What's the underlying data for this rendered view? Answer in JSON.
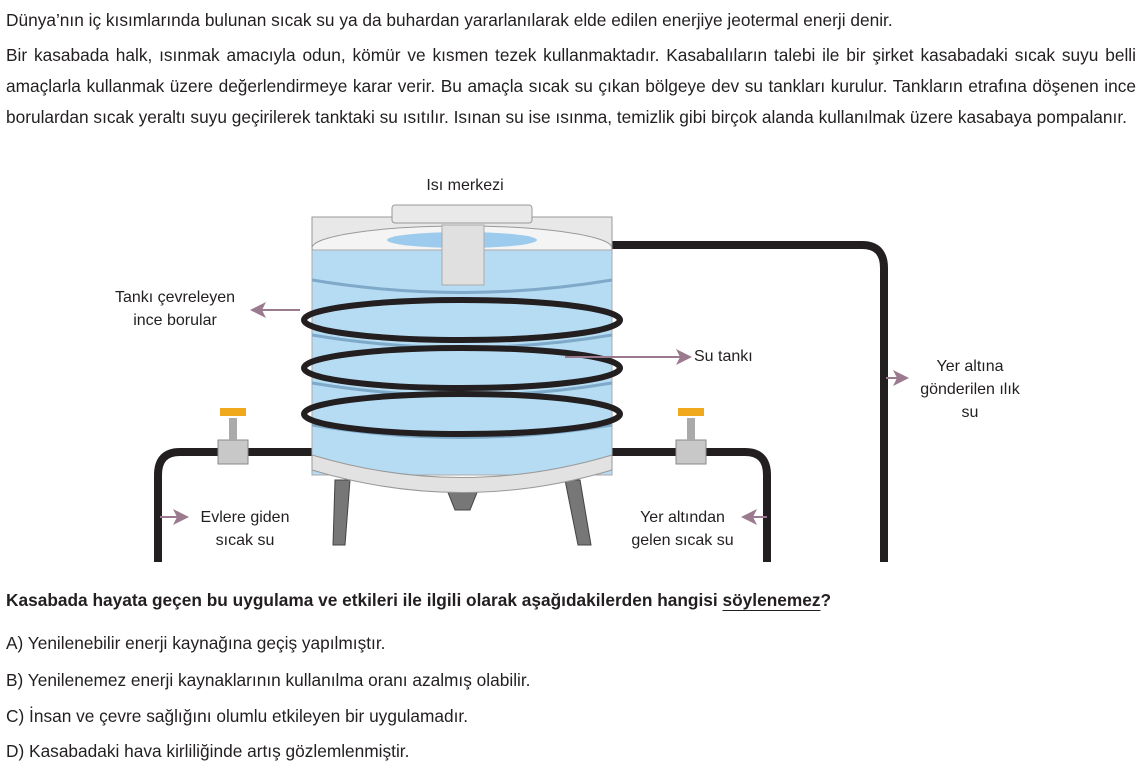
{
  "intro": {
    "line1": "Dünya’nın iç kısımlarında bulunan sıcak su ya da buhardan yararlanılarak elde edilen enerjiye jeotermal enerji denir.",
    "paragraph2": "Bir kasabada halk, ısınmak amacıyla odun, kömür ve kısmen tezek kullanmaktadır. Kasabalıların talebi ile bir şirket kasabadaki sıcak suyu belli amaçlarla kullanmak üzere değerlendirmeye karar verir. Bu amaçla sıcak su çıkan bölgeye dev su tankları kurulur. Tankların etrafına döşenen ince borulardan sıcak yeraltı suyu geçirilerek tanktaki su ısıtılır. Isınan su ise ısınma, temizlik gibi birçok alanda kullanılmak üzere kasabaya pompalanır."
  },
  "diagram": {
    "heat_center": "Isı merkezi",
    "pipes_label_1": "Tankı çevreleyen",
    "pipes_label_2": "ince borular",
    "tank_label": "Su tankı",
    "return_label_1": "Yer altına",
    "return_label_2": "gönderilen ılık",
    "return_label_3": "su",
    "homes_label_1": "Evlere giden",
    "homes_label_2": "sıcak su",
    "source_label_1": "Yer altından",
    "source_label_2": "gelen sıcak su",
    "colors": {
      "water": "#b5dcf3",
      "pipe": "#231f20",
      "arrow": "#9b7a8f",
      "valve_handle": "#f0a81c"
    }
  },
  "question": {
    "text": "Kasabada hayata geçen bu uygulama ve etkileri ile ilgili olarak aşağıdakilerden hangisi ",
    "emphasis": "söylenemez",
    "end": "?"
  },
  "options": [
    "A)  Yenilenebilir enerji kaynağına geçiş yapılmıştır.",
    "B)  Yenilenemez enerji kaynaklarının kullanılma oranı azalmış olabilir.",
    "C)  İnsan ve çevre sağlığını olumlu etkileyen bir uygulamadır.",
    "D)  Kasabadaki hava kirliliğinde artış gözlemlenmiştir."
  ]
}
